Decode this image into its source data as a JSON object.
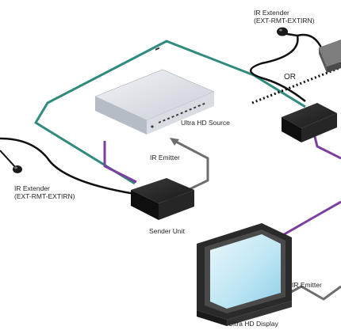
{
  "diagram": {
    "labels": {
      "ir_extender_top_line1": "IR Extender",
      "ir_extender_top_line2": "(EXT-RMT-EXTIRN)",
      "ir_extender_left_line1": "IR Extender",
      "ir_extender_left_line2": "(EXT-RMT-EXTIRN)",
      "or": "OR",
      "ultra_hd_source": "Ultra HD Source",
      "ir_emitter_top": "IR Emitter",
      "sender_unit": "Sender Unit",
      "ir_emitter_bottom": "IR Emitter",
      "ultra_hd_display": "Ultra HD Display"
    },
    "colors": {
      "teal_cable": "#2e8b7e",
      "purple_cable": "#7b3f9e",
      "gray_cable": "#6e6e6e",
      "black_cable": "#111111",
      "device_dark": "#1b1b1b",
      "source_silver": "#d4d8df"
    }
  }
}
